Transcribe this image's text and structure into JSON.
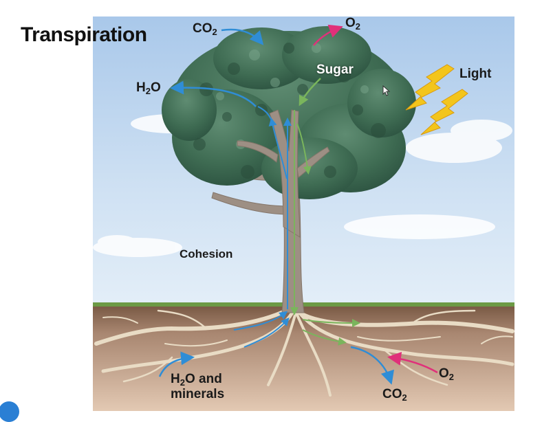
{
  "title": "Transpiration",
  "labels": {
    "co2_top": {
      "main": "CO",
      "sub": "2"
    },
    "o2_top": {
      "main": "O",
      "sub": "2"
    },
    "h2o_left": {
      "main": "H",
      "sub": "2",
      "tail": "O"
    },
    "sugar": "Sugar",
    "light": "Light",
    "cohesion": "Cohesion",
    "h2o_minerals": {
      "main": "H",
      "sub": "2",
      "tail": "O and",
      "line2": "minerals"
    },
    "o2_soil": {
      "main": "O",
      "sub": "2"
    },
    "co2_soil": {
      "main": "CO",
      "sub": "2"
    }
  },
  "colors": {
    "sky": "#c9dff2",
    "foliage": "#3f6f55",
    "trunk": "#9d8f84",
    "ground": "#6c9a45",
    "soil": "#c8ab94",
    "roots": "#e9dcc5",
    "blue_arrow": "#2f8dd6",
    "magenta_arrow": "#e0307a",
    "green_arrow": "#7ab55c",
    "lightning": "#f3c51c"
  }
}
